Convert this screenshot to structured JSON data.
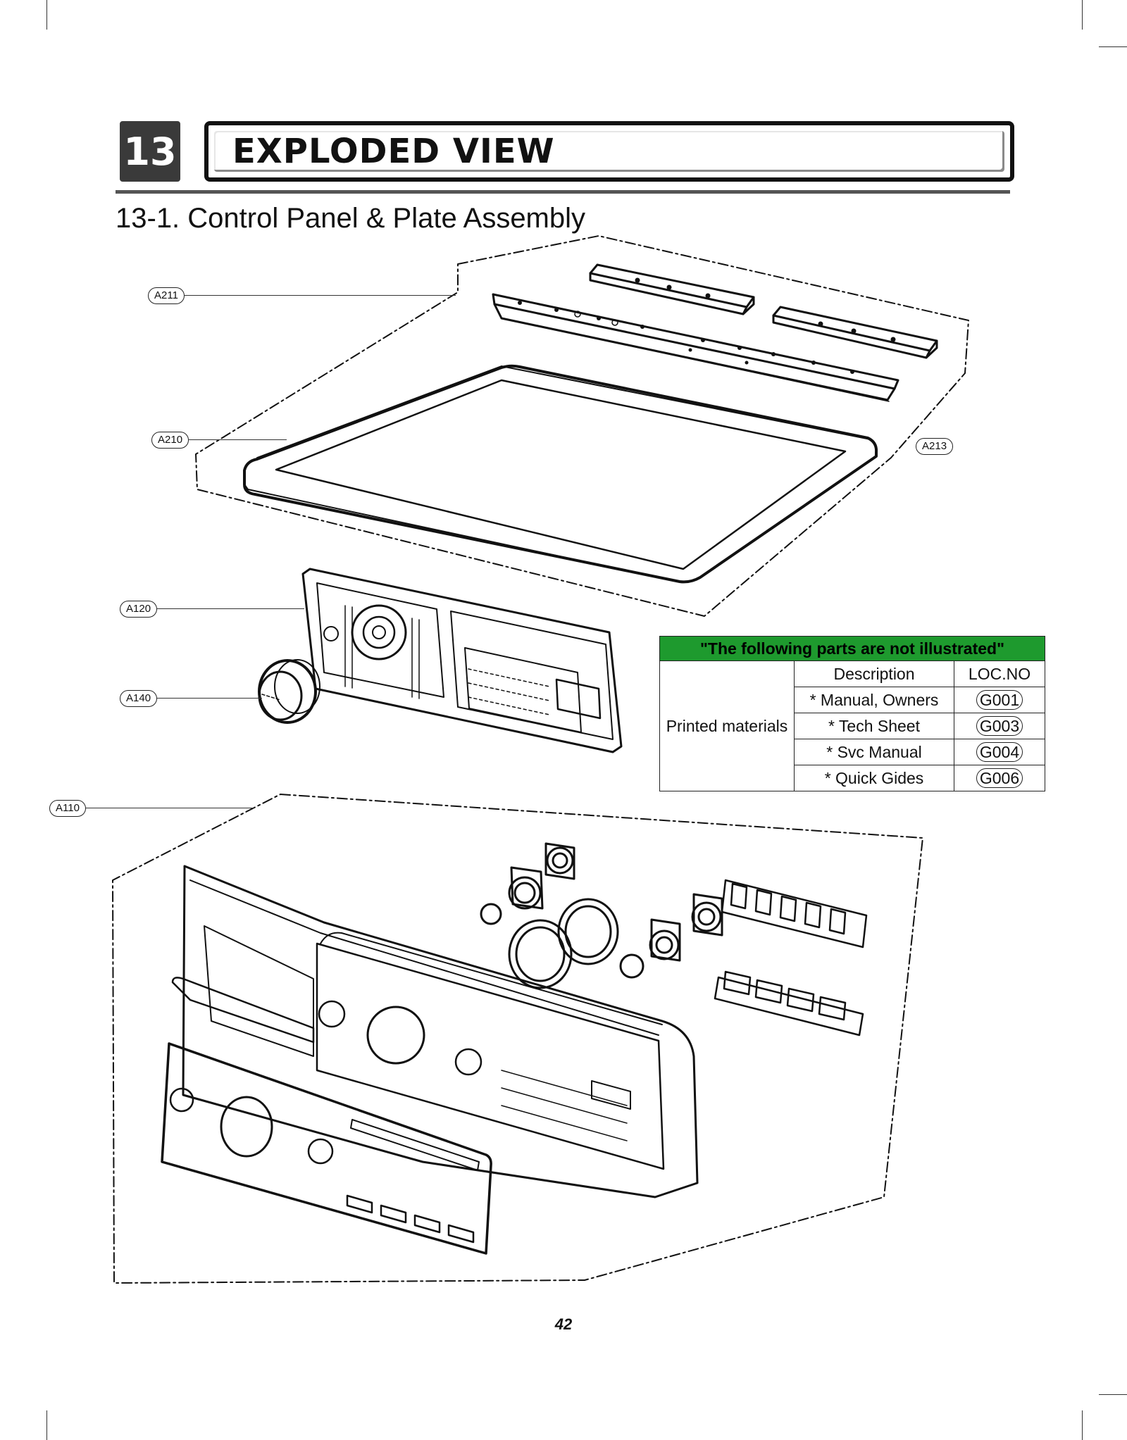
{
  "header": {
    "chapter_number": "13",
    "chapter_title": "EXPLODED VIEW",
    "section_title": "13-1. Control Panel & Plate Assembly"
  },
  "callouts": {
    "a211": "A211",
    "a210": "A210",
    "a213": "A213",
    "a120": "A120",
    "a140": "A140",
    "a110": "A110"
  },
  "parts_table": {
    "note": "\"The following parts are not illustrated\"",
    "columns": [
      "Description",
      "LOC.NO"
    ],
    "group": "Printed materials",
    "rows": [
      {
        "description": "* Manual, Owners",
        "loc": "G001"
      },
      {
        "description": "* Tech Sheet",
        "loc": "G003"
      },
      {
        "description": "* Svc Manual",
        "loc": "G004"
      },
      {
        "description": "* Quick Gides",
        "loc": "G006"
      }
    ]
  },
  "footer": {
    "page_number": "42"
  },
  "colors": {
    "table_header_green": "#1e9a2e",
    "chapter_box": "#3a3a3a"
  }
}
